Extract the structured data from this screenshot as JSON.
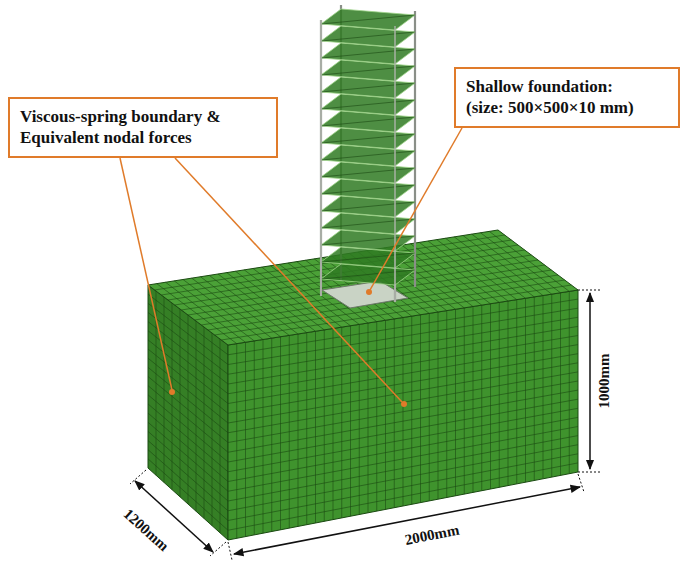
{
  "diagram": {
    "nodes": [
      {
        "text": [
          "Viscous-spring boundary & Equivalent nodal forces"
        ]
      },
      {
        "text": [
          "Shallow foundation:",
          "(size: 500×500×10 mm)"
        ]
      }
    ],
    "labels": [
      "1000mm",
      "2000mm",
      "1200mm"
    ]
  }
}
